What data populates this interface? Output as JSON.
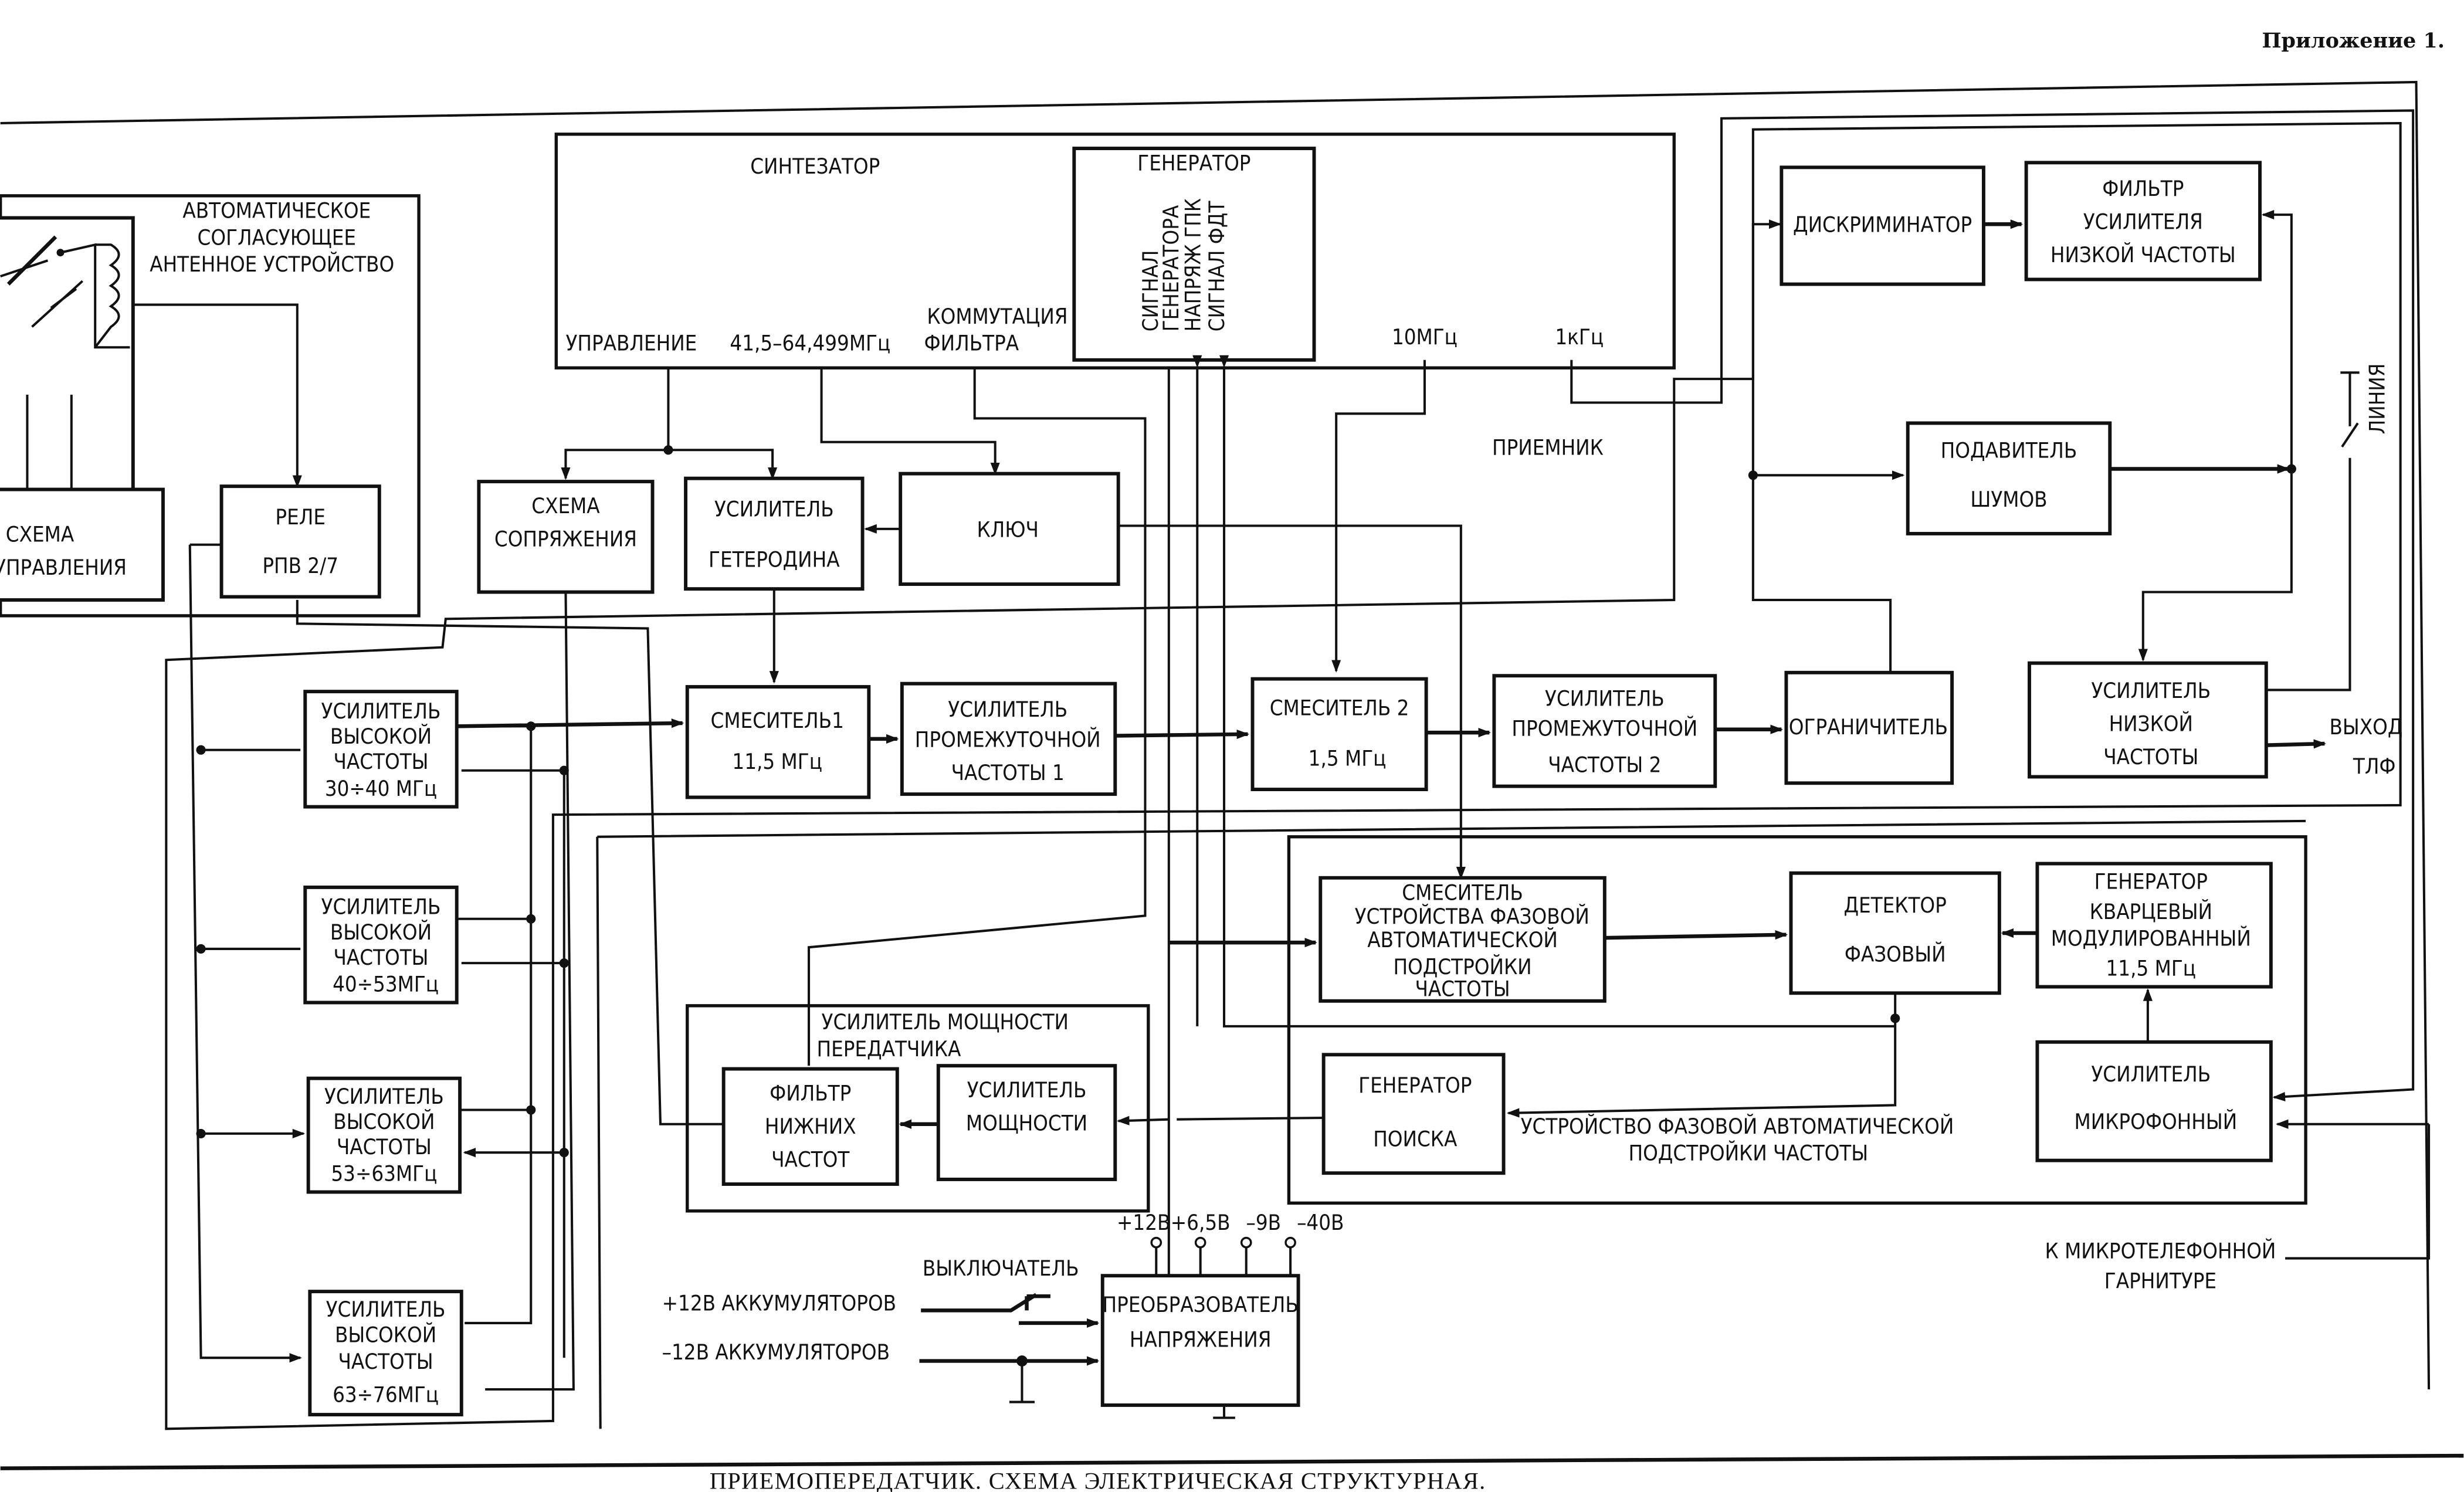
{
  "header": {
    "appendix": "Приложение 1."
  },
  "caption": "ПРИЕМОПЕРЕДАТЧИК. СХЕМА ЭЛЕКТРИЧЕСКАЯ  СТРУКТУРНАЯ.",
  "groups": {
    "antenna_tuner": [
      "АВТОМАТИЧЕСКОЕ",
      "СОГЛАСУЮЩЕЕ",
      "АНТЕННОЕ УСТРОЙСТВО"
    ],
    "synthesizer": "СИНТЕЗАТОР",
    "receiver": "ПРИЕМНИК",
    "tx_power_amp": [
      "УСИЛИТЕЛЬ МОЩНОСТИ",
      "ПЕРЕДАТЧИКА"
    ],
    "afc": [
      "УСТРОЙСТВО ФАЗОВОЙ АВТОМАТИЧЕСКОЙ",
      "ПОДСТРОЙКИ ЧАСТОТЫ"
    ]
  },
  "synth_labels": {
    "control": "УПРАВЛЕНИЕ",
    "range": "41,5–64,499МГц",
    "switching": [
      "КОММУТАЦИЯ",
      "ФИЛЬТРА"
    ],
    "f10": "10МГц",
    "f1": "1кГц"
  },
  "generator": {
    "title": "ГЕНЕРАТОР",
    "signals": [
      "СИГНАЛ",
      "ГЕНЕРАТОРА",
      "НАПРЯЖ ГПК",
      "СИГНАЛ ФДТ"
    ]
  },
  "blocks": {
    "control_scheme": [
      "СХЕМА",
      "УПРАВЛЕНИЯ"
    ],
    "relay": [
      "РЕЛЕ",
      "РПВ 2/7"
    ],
    "interface": [
      "СХЕМА",
      "СОПРЯЖЕНИЯ"
    ],
    "lo_amp": [
      "УСИЛИТЕЛЬ",
      "ГЕТЕРОДИНА"
    ],
    "key": [
      "КЛЮЧ"
    ],
    "rf1": [
      "УСИЛИТЕЛЬ",
      "ВЫСОКОЙ",
      "ЧАСТОТЫ",
      "30÷40 МГц"
    ],
    "rf2": [
      "УСИЛИТЕЛЬ",
      "ВЫСОКОЙ",
      "ЧАСТОТЫ",
      "40÷53МГц"
    ],
    "rf3": [
      "УСИЛИТЕЛЬ",
      "ВЫСОКОЙ",
      "ЧАСТОТЫ",
      "53÷63МГц"
    ],
    "rf4": [
      "УСИЛИТЕЛЬ",
      "ВЫСОКОЙ",
      "ЧАСТОТЫ",
      "63÷76МГц"
    ],
    "mixer1": [
      "СМЕСИТЕЛЬ1",
      "11,5 МГц"
    ],
    "if1": [
      "УСИЛИТЕЛЬ",
      "ПРОМЕЖУТОЧНОЙ",
      "ЧАСТОТЫ 1"
    ],
    "mixer2": [
      "СМЕСИТЕЛЬ 2",
      "1,5 МГц"
    ],
    "if2": [
      "УСИЛИТЕЛЬ",
      "ПРОМЕЖУТОЧНОЙ",
      "ЧАСТОТЫ 2"
    ],
    "limiter": [
      "ОГРАНИЧИТЕЛЬ"
    ],
    "af_amp": [
      "УСИЛИТЕЛЬ",
      "НИЗКОЙ",
      "ЧАСТОТЫ"
    ],
    "discriminator": [
      "ДИСКРИМИНАТОР"
    ],
    "lf_filter": [
      "ФИЛЬТР",
      "УСИЛИТЕЛЯ",
      "НИЗКОЙ ЧАСТОТЫ"
    ],
    "squelch": [
      "ПОДАВИТЕЛЬ",
      "ШУМОВ"
    ],
    "afc_mixer": [
      "СМЕСИТЕЛЬ",
      "УСТРОЙСТВА ФАЗОВОЙ",
      "АВТОМАТИЧЕСКОЙ",
      "ПОДСТРОЙКИ",
      "ЧАСТОТЫ"
    ],
    "phase_det": [
      "ДЕТЕКТОР",
      "ФАЗОВЫЙ"
    ],
    "xtal_gen": [
      "ГЕНЕРАТОР",
      "КВАРЦЕВЫЙ",
      "МОДУЛИРОВАННЫЙ",
      "11,5 МГц"
    ],
    "search_gen": [
      "ГЕНЕРАТОР",
      "ПОИСКА"
    ],
    "mic_amp": [
      "УСИЛИТЕЛЬ",
      "МИКРОФОННЫЙ"
    ],
    "lpf": [
      "ФИЛЬТР",
      "НИЖНИХ",
      "ЧАСТОТ"
    ],
    "pa": [
      "УСИЛИТЕЛЬ",
      "МОЩНОСТИ"
    ],
    "converter": [
      "ПРЕОБРАЗОВАТЕЛЬ",
      "НАПРЯЖЕНИЯ"
    ]
  },
  "power": {
    "outputs": [
      "+12В",
      "+6,5В",
      "–9В",
      "–40В"
    ],
    "switch": "ВЫКЛЮЧАТЕЛЬ",
    "plus_batt": "+12В АККУМУЛЯТОРОВ",
    "minus_batt": "–12В АККУМУЛЯТОРОВ"
  },
  "io": {
    "line": "ЛИНИЯ",
    "output": [
      "ВЫХОД",
      "ТЛФ"
    ],
    "headset": [
      "К МИКРОТЕЛЕФОННОЙ",
      "ГАРНИТУРЕ"
    ]
  }
}
